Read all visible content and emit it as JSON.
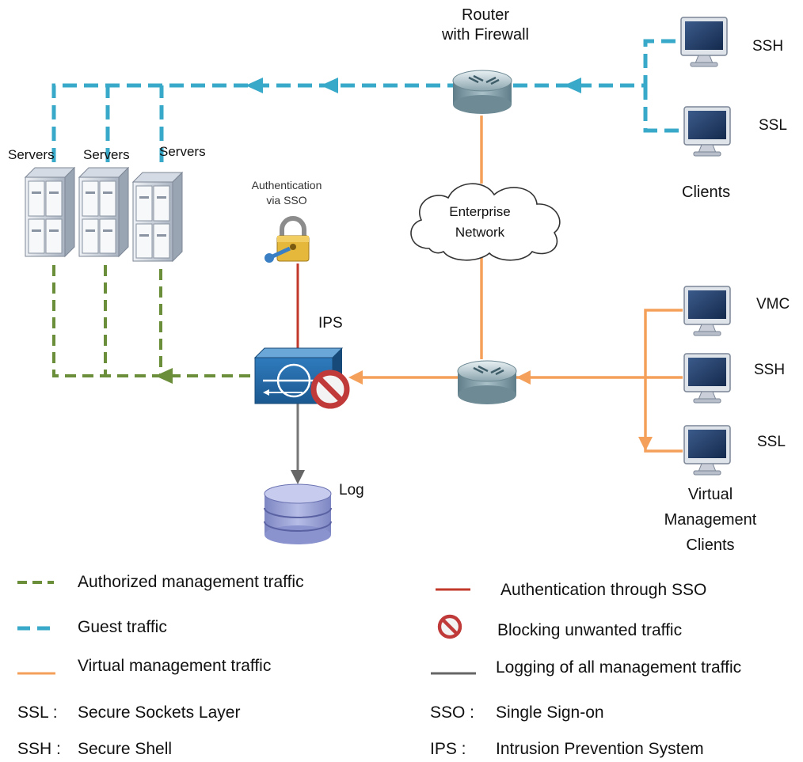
{
  "nodes": {
    "router_top": [
      "Router",
      "with Firewall"
    ],
    "cloud": [
      "Enterprise",
      "Network"
    ],
    "servers": [
      "Servers",
      "Servers",
      "Servers"
    ],
    "auth": [
      "Authentication",
      "via SSO"
    ],
    "ips": "IPS",
    "log": "Log",
    "clients_top": {
      "items": [
        "SSH",
        "SSL"
      ],
      "group": "Clients"
    },
    "clients_bottom": {
      "items": [
        "VMC",
        "SSH",
        "SSL"
      ],
      "group": [
        "Virtual",
        "Management",
        "Clients"
      ]
    }
  },
  "legend": {
    "left": [
      {
        "label": "Authorized management  traffic",
        "icon": "green-dashed-line",
        "color": "#6b8e3a"
      },
      {
        "label": "Guest traffic",
        "icon": "blue-dashed-line",
        "color": "#39a9c9"
      },
      {
        "label": "Virtual management traffic",
        "icon": "orange-solid-line",
        "color": "#f5a05a"
      }
    ],
    "right": [
      {
        "label": "Authentication through SSO",
        "icon": "red-solid-line",
        "color": "#c0392b"
      },
      {
        "label": "Blocking unwanted traffic",
        "icon": "no-entry-icon",
        "color": "#c03a3a"
      },
      {
        "label": "Logging of all management traffic",
        "icon": "gray-solid-line",
        "color": "#666666"
      }
    ],
    "abbrev_left": [
      {
        "abbr": "SSL :",
        "text": "Secure Sockets Layer"
      },
      {
        "abbr": "SSH :",
        "text": "Secure Shell"
      }
    ],
    "abbrev_right": [
      {
        "abbr": "SSO :",
        "text": "Single Sign-on"
      },
      {
        "abbr": "IPS :",
        "text": "Intrusion Prevention System"
      }
    ]
  }
}
